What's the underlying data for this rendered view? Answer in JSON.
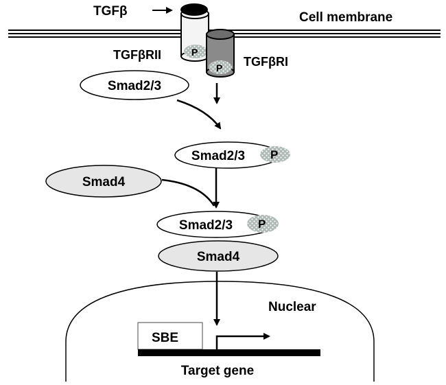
{
  "labels": {
    "ligand": "TGFβ",
    "membrane": "Cell membrane",
    "receptor2": "TGFβRII",
    "receptor1": "TGFβRI",
    "smad23": "Smad2/3",
    "smad4": "Smad4",
    "phospho": "P",
    "nuclear": "Nuclear",
    "sbe": "SBE",
    "target_gene": "Target gene"
  },
  "colors": {
    "ink": "#000000",
    "receptor2_body": "#f4f4f4",
    "receptor1_body": "#8a8a8a",
    "smad4_fill": "#e6e6e6",
    "phospho_fill": "#aeb8b4",
    "ligand_fill": "#000000"
  }
}
